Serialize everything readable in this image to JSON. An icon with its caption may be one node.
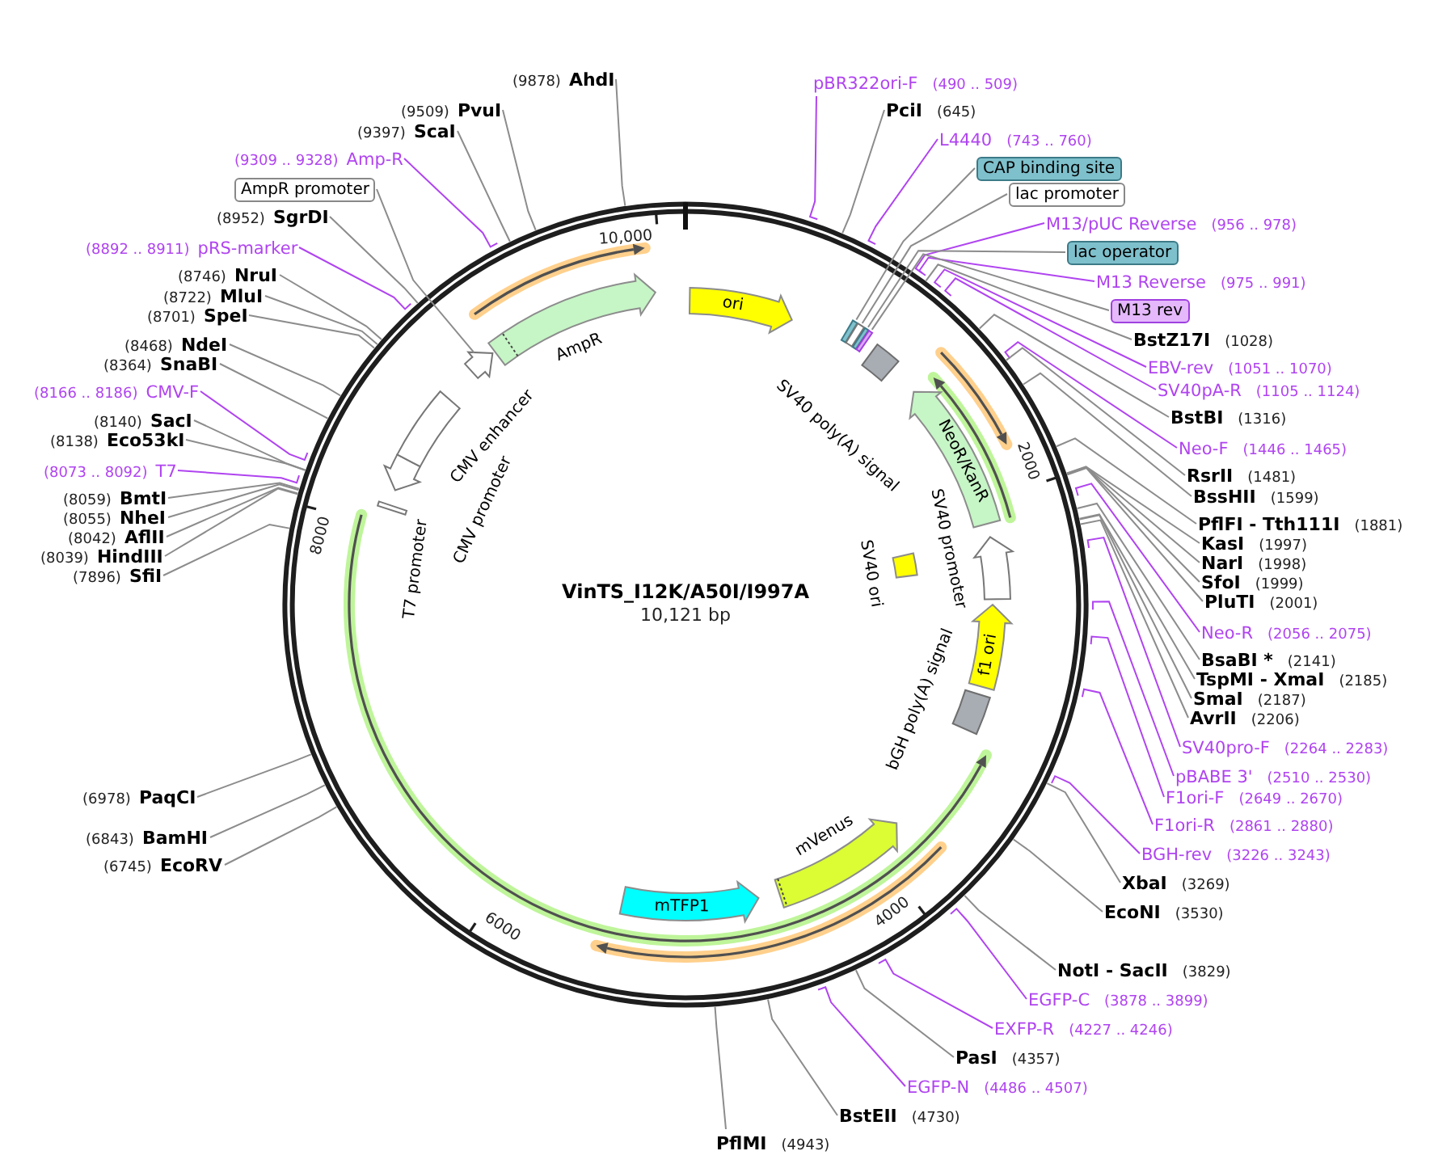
{
  "diagram": {
    "title": "VinTS_I12K/A50I/I997A",
    "nodes": [
      {
        "text": [
          "ori"
        ]
      },
      {
        "text": [],
        "shape": "box"
      },
      {
        "text": [],
        "shape": "box"
      },
      {
        "text": [],
        "shape": "box"
      },
      {
        "text": [],
        "shape": "box"
      },
      {
        "text": [
          "SV40 poly(A) signal"
        ]
      },
      {
        "text": [
          "NeoR/KanR"
        ]
      },
      {
        "text": [
          "SV40 promoter"
        ]
      },
      {
        "text": [
          "SV40 ori"
        ]
      },
      {
        "text": [
          "f1 ori"
        ]
      },
      {
        "text": [
          "bGH poly(A) signal"
        ]
      },
      {
        "text": [
          "mVenus"
        ]
      },
      {
        "text": [
          "mTFP1"
        ]
      },
      {
        "text": [
          "T7 promoter"
        ]
      },
      {
        "text": [
          "CMV promoter"
        ]
      },
      {
        "text": [
          "CMV enhancer"
        ]
      },
      {
        "text": [],
        "shape": "arrow"
      },
      {
        "text": [
          "AmpR"
        ]
      },
      {
        "text": [
          "pBR322ori-F",
          "(490 .. 509)"
        ]
      },
      {
        "text": [
          "PciI",
          "(645)"
        ]
      },
      {
        "text": [
          "L4440",
          "(743 .. 760)"
        ]
      },
      {
        "text": [
          "CAP binding site"
        ]
      },
      {
        "text": [
          "lac promoter"
        ]
      },
      {
        "text": [
          "M13/pUC Reverse",
          "(956 .. 978)"
        ]
      },
      {
        "text": [
          "lac operator"
        ]
      },
      {
        "text": [
          "M13 Reverse",
          "(975 .. 991)"
        ]
      },
      {
        "text": [
          "M13 rev"
        ]
      },
      {
        "text": [
          "BstZ17I",
          "(1028)"
        ]
      },
      {
        "text": [
          "EBV-rev",
          "(1051 .. 1070)"
        ]
      },
      {
        "text": [
          "SV40pA-R",
          "(1105 .. 1124)"
        ]
      },
      {
        "text": [
          "BstBI",
          "(1316)"
        ]
      },
      {
        "text": [
          "Neo-F",
          "(1446 .. 1465)"
        ]
      },
      {
        "text": [
          "RsrII",
          "(1481)"
        ]
      },
      {
        "text": [
          "BssHII",
          "(1599)"
        ]
      },
      {
        "text": [
          "PflFI - Tth111I",
          "(1881)"
        ]
      },
      {
        "text": [
          "KasI",
          "(1997)"
        ]
      },
      {
        "text": [
          "NarI",
          "(1998)"
        ]
      },
      {
        "text": [
          "SfoI",
          "(1999)"
        ]
      },
      {
        "text": [
          "PluTI",
          "(2001)"
        ]
      },
      {
        "text": [
          "Neo-R",
          "(2056 .. 2075)"
        ]
      },
      {
        "text": [
          "BsaBI *",
          "(2141)"
        ]
      },
      {
        "text": [
          "TspMI - XmaI",
          "(2185)"
        ]
      },
      {
        "text": [
          "SmaI",
          "(2187)"
        ]
      },
      {
        "text": [
          "AvrII",
          "(2206)"
        ]
      },
      {
        "text": [
          "SV40pro-F",
          "(2264 .. 2283)"
        ]
      },
      {
        "text": [
          "pBABE 3'",
          "(2510 .. 2530)"
        ]
      },
      {
        "text": [
          "F1ori-F",
          "(2649 .. 2670)"
        ]
      },
      {
        "text": [
          "F1ori-R",
          "(2861 .. 2880)"
        ]
      },
      {
        "text": [
          "BGH-rev",
          "(3226 .. 3243)"
        ]
      },
      {
        "text": [
          "XbaI",
          "(3269)"
        ]
      },
      {
        "text": [
          "EcoNI",
          "(3530)"
        ]
      },
      {
        "text": [
          "NotI - SacII",
          "(3829)"
        ]
      },
      {
        "text": [
          "EGFP-C",
          "(3878 .. 3899)"
        ]
      },
      {
        "text": [
          "EXFP-R",
          "(4227 .. 4246)"
        ]
      },
      {
        "text": [
          "PasI",
          "(4357)"
        ]
      },
      {
        "text": [
          "EGFP-N",
          "(4486 .. 4507)"
        ]
      },
      {
        "text": [
          "BstEII",
          "(4730)"
        ]
      },
      {
        "text": [
          "PflMI",
          "(4943)"
        ]
      },
      {
        "text": [
          "(6745)",
          "EcoRV"
        ]
      },
      {
        "text": [
          "(6843)",
          "BamHI"
        ]
      },
      {
        "text": [
          "(6978)",
          "PaqCI"
        ]
      },
      {
        "text": [
          "(7896)",
          "SfiI"
        ]
      },
      {
        "text": [
          "(8039)",
          "HindIII"
        ]
      },
      {
        "text": [
          "(8042)",
          "AflII"
        ]
      },
      {
        "text": [
          "(8055)",
          "NheI"
        ]
      },
      {
        "text": [
          "(8059)",
          "BmtI"
        ]
      },
      {
        "text": [
          "(8073 .. 8092)",
          "T7"
        ]
      },
      {
        "text": [
          "(8138)",
          "Eco53kI"
        ]
      },
      {
        "text": [
          "(8140)",
          "SacI"
        ]
      },
      {
        "text": [
          "(8166 .. 8186)",
          "CMV-F"
        ]
      },
      {
        "text": [
          "(8364)",
          "SnaBI"
        ]
      },
      {
        "text": [
          "(8468)",
          "NdeI"
        ]
      },
      {
        "text": [
          "(8701)",
          "SpeI"
        ]
      },
      {
        "text": [
          "(8722)",
          "MluI"
        ]
      },
      {
        "text": [
          "(8746)",
          "NruI"
        ]
      },
      {
        "text": [
          "(8892 .. 8911)",
          "pRS-marker"
        ]
      },
      {
        "text": [
          "(8952)",
          "SgrDI"
        ]
      },
      {
        "text": [
          "AmpR promoter"
        ]
      },
      {
        "text": [
          "(9309 .. 9328)",
          "Amp-R"
        ]
      },
      {
        "text": [
          "(9397)",
          "ScaI"
        ]
      },
      {
        "text": [
          "(9509)",
          "PvuI"
        ]
      },
      {
        "text": [
          "(9878)",
          "AhdI"
        ]
      }
    ],
    "edges": [
      {
        "from": 18,
        "to": null,
        "arrow": "none",
        "color": "#b044f0"
      },
      {
        "from": 19,
        "to": null,
        "arrow": "none"
      },
      {
        "from": 20,
        "to": null,
        "arrow": "none",
        "color": "#b044f0"
      },
      {
        "from": 21,
        "to": 1,
        "arrow": "none"
      },
      {
        "from": 22,
        "to": 2,
        "arrow": "none"
      },
      {
        "from": 23,
        "to": null,
        "arrow": "none",
        "color": "#b044f0"
      },
      {
        "from": 24,
        "to": 3,
        "arrow": "none"
      },
      {
        "from": 25,
        "to": null,
        "arrow": "none",
        "color": "#b044f0"
      },
      {
        "from": 26,
        "to": 4,
        "arrow": "none"
      },
      {
        "from": 27,
        "to": null,
        "arrow": "none"
      },
      {
        "from": 28,
        "to": null,
        "arrow": "none",
        "color": "#b044f0"
      },
      {
        "from": 29,
        "to": null,
        "arrow": "none",
        "color": "#b044f0"
      },
      {
        "from": 30,
        "to": null,
        "arrow": "none"
      },
      {
        "from": 31,
        "to": null,
        "arrow": "none",
        "color": "#b044f0"
      },
      {
        "from": 32,
        "to": null,
        "arrow": "none"
      },
      {
        "from": 33,
        "to": null,
        "arrow": "none"
      },
      {
        "from": 34,
        "to": null,
        "arrow": "none"
      },
      {
        "from": 35,
        "to": null,
        "arrow": "none"
      },
      {
        "from": 36,
        "to": null,
        "arrow": "none"
      },
      {
        "from": 37,
        "to": null,
        "arrow": "none"
      },
      {
        "from": 38,
        "to": null,
        "arrow": "none"
      },
      {
        "from": 39,
        "to": null,
        "arrow": "none",
        "color": "#b044f0"
      },
      {
        "from": 40,
        "to": null,
        "arrow": "none"
      },
      {
        "from": 41,
        "to": null,
        "arrow": "none"
      },
      {
        "from": 42,
        "to": null,
        "arrow": "none"
      },
      {
        "from": 43,
        "to": null,
        "arrow": "none"
      },
      {
        "from": 44,
        "to": null,
        "arrow": "none",
        "color": "#b044f0"
      },
      {
        "from": 45,
        "to": null,
        "arrow": "none",
        "color": "#b044f0"
      },
      {
        "from": 46,
        "to": null,
        "arrow": "none",
        "color": "#b044f0"
      },
      {
        "from": 47,
        "to": null,
        "arrow": "none",
        "color": "#b044f0"
      },
      {
        "from": 48,
        "to": null,
        "arrow": "none",
        "color": "#b044f0"
      },
      {
        "from": 49,
        "to": null,
        "arrow": "none"
      },
      {
        "from": 50,
        "to": null,
        "arrow": "none"
      },
      {
        "from": 51,
        "to": null,
        "arrow": "none"
      },
      {
        "from": 52,
        "to": null,
        "arrow": "none",
        "color": "#b044f0"
      },
      {
        "from": 53,
        "to": null,
        "arrow": "none",
        "color": "#b044f0"
      },
      {
        "from": 54,
        "to": null,
        "arrow": "none"
      },
      {
        "from": 55,
        "to": null,
        "arrow": "none",
        "color": "#b044f0"
      },
      {
        "from": 56,
        "to": null,
        "arrow": "none"
      },
      {
        "from": 57,
        "to": null,
        "arrow": "none"
      },
      {
        "from": 58,
        "to": null,
        "arrow": "none"
      },
      {
        "from": 59,
        "to": null,
        "arrow": "none"
      },
      {
        "from": 60,
        "to": null,
        "arrow": "none"
      },
      {
        "from": 61,
        "to": null,
        "arrow": "none"
      },
      {
        "from": 62,
        "to": null,
        "arrow": "none"
      },
      {
        "from": 63,
        "to": null,
        "arrow": "none"
      },
      {
        "from": 64,
        "to": null,
        "arrow": "none"
      },
      {
        "from": 65,
        "to": null,
        "arrow": "none"
      },
      {
        "from": 66,
        "to": null,
        "arrow": "none",
        "color": "#b044f0"
      },
      {
        "from": 67,
        "to": null,
        "arrow": "none"
      },
      {
        "from": 68,
        "to": null,
        "arrow": "none"
      },
      {
        "from": 69,
        "to": null,
        "arrow": "none",
        "color": "#b044f0"
      },
      {
        "from": 70,
        "to": null,
        "arrow": "none"
      },
      {
        "from": 71,
        "to": null,
        "arrow": "none"
      },
      {
        "from": 72,
        "to": null,
        "arrow": "none"
      },
      {
        "from": 73,
        "to": null,
        "arrow": "none"
      },
      {
        "from": 74,
        "to": null,
        "arrow": "none"
      },
      {
        "from": 75,
        "to": null,
        "arrow": "none",
        "color": "#b044f0"
      },
      {
        "from": 76,
        "to": null,
        "arrow": "none"
      },
      {
        "from": 77,
        "to": 16,
        "arrow": "none"
      },
      {
        "from": 78,
        "to": null,
        "arrow": "none",
        "color": "#b044f0"
      },
      {
        "from": 79,
        "to": null,
        "arrow": "none"
      },
      {
        "from": 80,
        "to": null,
        "arrow": "none"
      },
      {
        "from": 81,
        "to": null,
        "arrow": "none"
      }
    ],
    "labels": [
      "10,000",
      "2000",
      "8000",
      "10,121 bp",
      "4000",
      "6000"
    ]
  }
}
